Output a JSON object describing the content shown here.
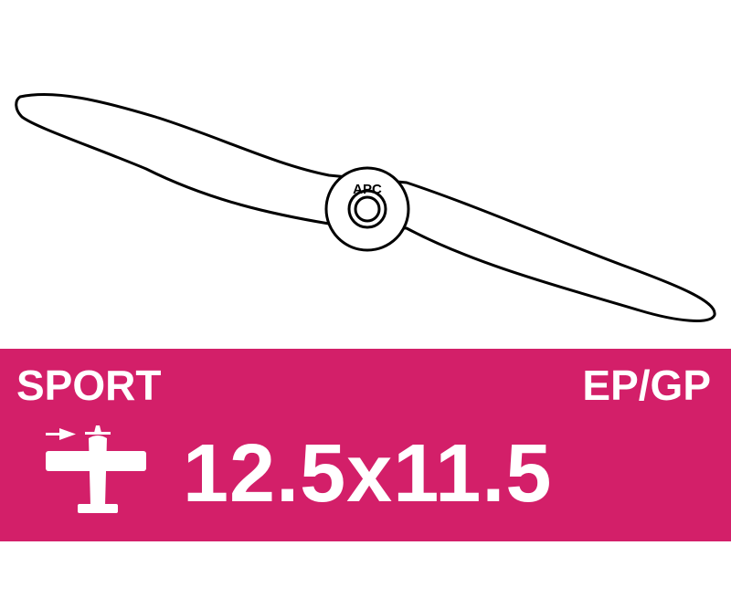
{
  "brand": "APC",
  "category": "SPORT",
  "fuel_type": "EP/GP",
  "size": "12.5x11.5",
  "colors": {
    "banner": "#d31f69",
    "text": "#ffffff",
    "outline": "#000000"
  },
  "icons": [
    "propeller-illustration",
    "airplane-icon"
  ]
}
